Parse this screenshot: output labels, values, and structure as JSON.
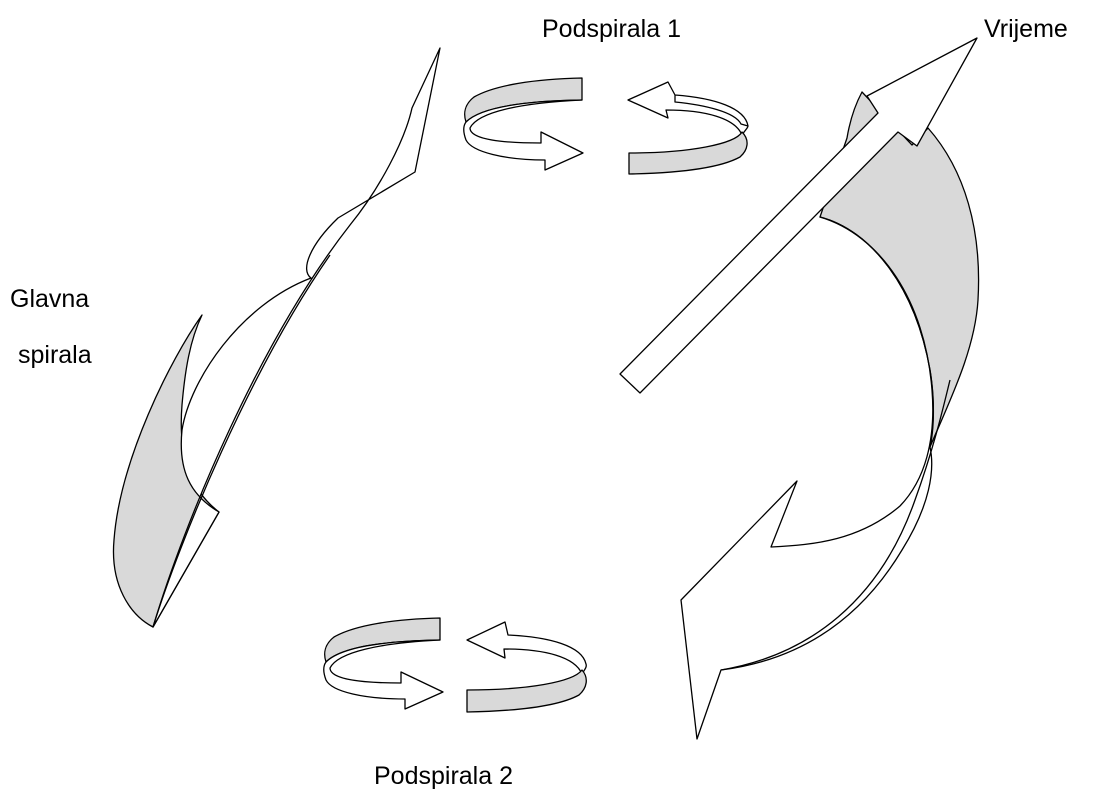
{
  "labels": {
    "subspiral_1": "Podspirala 1",
    "subspiral_2": "Podspirala 2",
    "time": "Vrijeme",
    "main_spiral_line1": "Glavna",
    "main_spiral_line2": "spirala"
  },
  "colors": {
    "ribbon_back_fill": "#d9d9d9",
    "ribbon_front_fill": "#ffffff",
    "outline": "#000000"
  }
}
